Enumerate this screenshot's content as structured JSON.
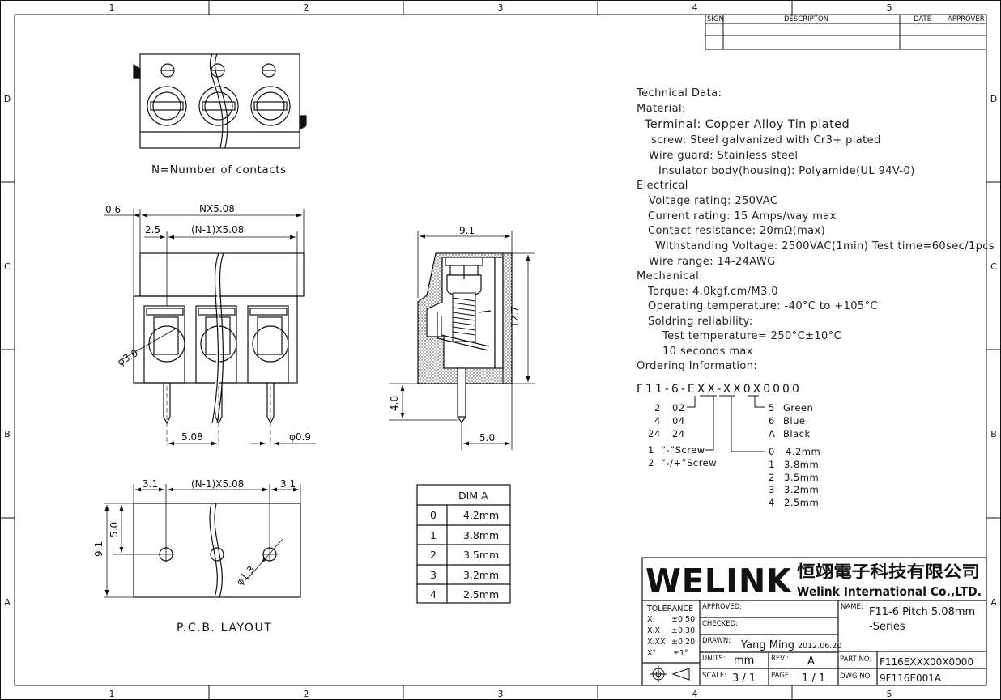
{
  "frame": {
    "columns": [
      "1",
      "2",
      "3",
      "4",
      "5"
    ],
    "rows": [
      "D",
      "C",
      "B",
      "A"
    ]
  },
  "revision_block": {
    "sign": "SIGN",
    "description": "DESCRIPTON",
    "date": "DATE",
    "approver": "APPROVER"
  },
  "views": {
    "top_caption": "N=Number of contacts",
    "front": {
      "dim_total": "NX5.08",
      "dim_offset": "0.6",
      "dim_pitch_n1": "(N-1)X5.08",
      "dim_first": "2.5",
      "dim_hole": "φ3.0",
      "dim_pitch": "5.08",
      "dim_pin": "φ0.9"
    },
    "side": {
      "dim_width": "9.1",
      "dim_height": "12.7",
      "dim_pin_len": "4.0",
      "dim_pin_off": "5.0"
    },
    "pcb": {
      "caption": "P.C.B. LAYOUT",
      "dim_left": "3.1",
      "dim_pitch_n1": "(N-1)X5.08",
      "dim_right": "3.1",
      "dim_height": "9.1",
      "dim_hole_y": "5.0",
      "dim_hole": "φ1.3"
    },
    "dim_table": {
      "header": "DIM A",
      "rows": [
        {
          "code": "0",
          "value": "4.2mm"
        },
        {
          "code": "1",
          "value": "3.8mm"
        },
        {
          "code": "2",
          "value": "3.5mm"
        },
        {
          "code": "3",
          "value": "3.2mm"
        },
        {
          "code": "4",
          "value": "2.5mm"
        }
      ]
    }
  },
  "technical": [
    "Technical Data:",
    "Material:",
    "Terminal: Copper Alloy Tin plated",
    "screw: Steel galvanized with Cr3+ plated",
    "Wire guard: Stainless steel",
    "Insulator body(housing): Polyamide(UL 94V-0)",
    "Electrical",
    "Voltage rating: 250VAC",
    "Current rating: 15 Amps/way max",
    "Contact resistance: 20mΩ(max)",
    "Withstanding Voltage: 2500VAC(1min) Test time=60sec/1pcs",
    "Wire range: 14-24AWG",
    "Mechanical:",
    "Torque: 4.0kgf.cm/M3.0",
    "Operating temperature: -40°C to +105°C",
    "Soldring reliability:",
    "Test temperature= 250°C±10°C",
    "10 seconds max",
    "Ordering Information:"
  ],
  "ordering": {
    "code": "F11-6-EXX-XX0X0000",
    "poles": [
      [
        "2",
        "02"
      ],
      [
        "4",
        "04"
      ],
      [
        "24",
        "24"
      ]
    ],
    "screw": [
      [
        "1",
        "“-”Screw"
      ],
      [
        "2",
        "“-/+”Screw"
      ]
    ],
    "colors": [
      [
        "5",
        "Green"
      ],
      [
        "6",
        "Blue"
      ],
      [
        "A",
        "Black"
      ]
    ],
    "dims": [
      [
        "0",
        "4.2mm"
      ],
      [
        "1",
        "3.8mm"
      ],
      [
        "2",
        "3.5mm"
      ],
      [
        "3",
        "3.2mm"
      ],
      [
        "4",
        "2.5mm"
      ]
    ]
  },
  "title_block": {
    "brand": "WELINK",
    "company_cn": "恒翊電子科技有限公司",
    "company_en": "Welink International Co.,LTD.",
    "tolerance_label": "TOLERANCE",
    "tolerances": [
      [
        "X.",
        "±0.50"
      ],
      [
        "X.X",
        "±0.30"
      ],
      [
        "X.XX",
        "±0.20"
      ],
      [
        "X°",
        "±1°"
      ]
    ],
    "approved_label": "APPROVED:",
    "checked_label": "CHECKED:",
    "drawn_label": "DRAWN:",
    "drawn_value": "Yang Ming",
    "drawn_date": "2012.06.20",
    "units_label": "UNITS:",
    "units_value": "mm",
    "rev_label": "REV.:",
    "rev_value": "A",
    "scale_label": "SCALE:",
    "scale_value": "3 / 1",
    "page_label": "PAGE:",
    "page_value": "1 / 1",
    "name_label": "NAME:",
    "name_value_1": "F11-6  Pitch 5.08mm",
    "name_value_2": "-Series",
    "partno_label": "PART NO:",
    "partno_value": "F116EXXX00X0000",
    "dwgno_label": "DWG NO:",
    "dwgno_value": "9F116E001A"
  }
}
